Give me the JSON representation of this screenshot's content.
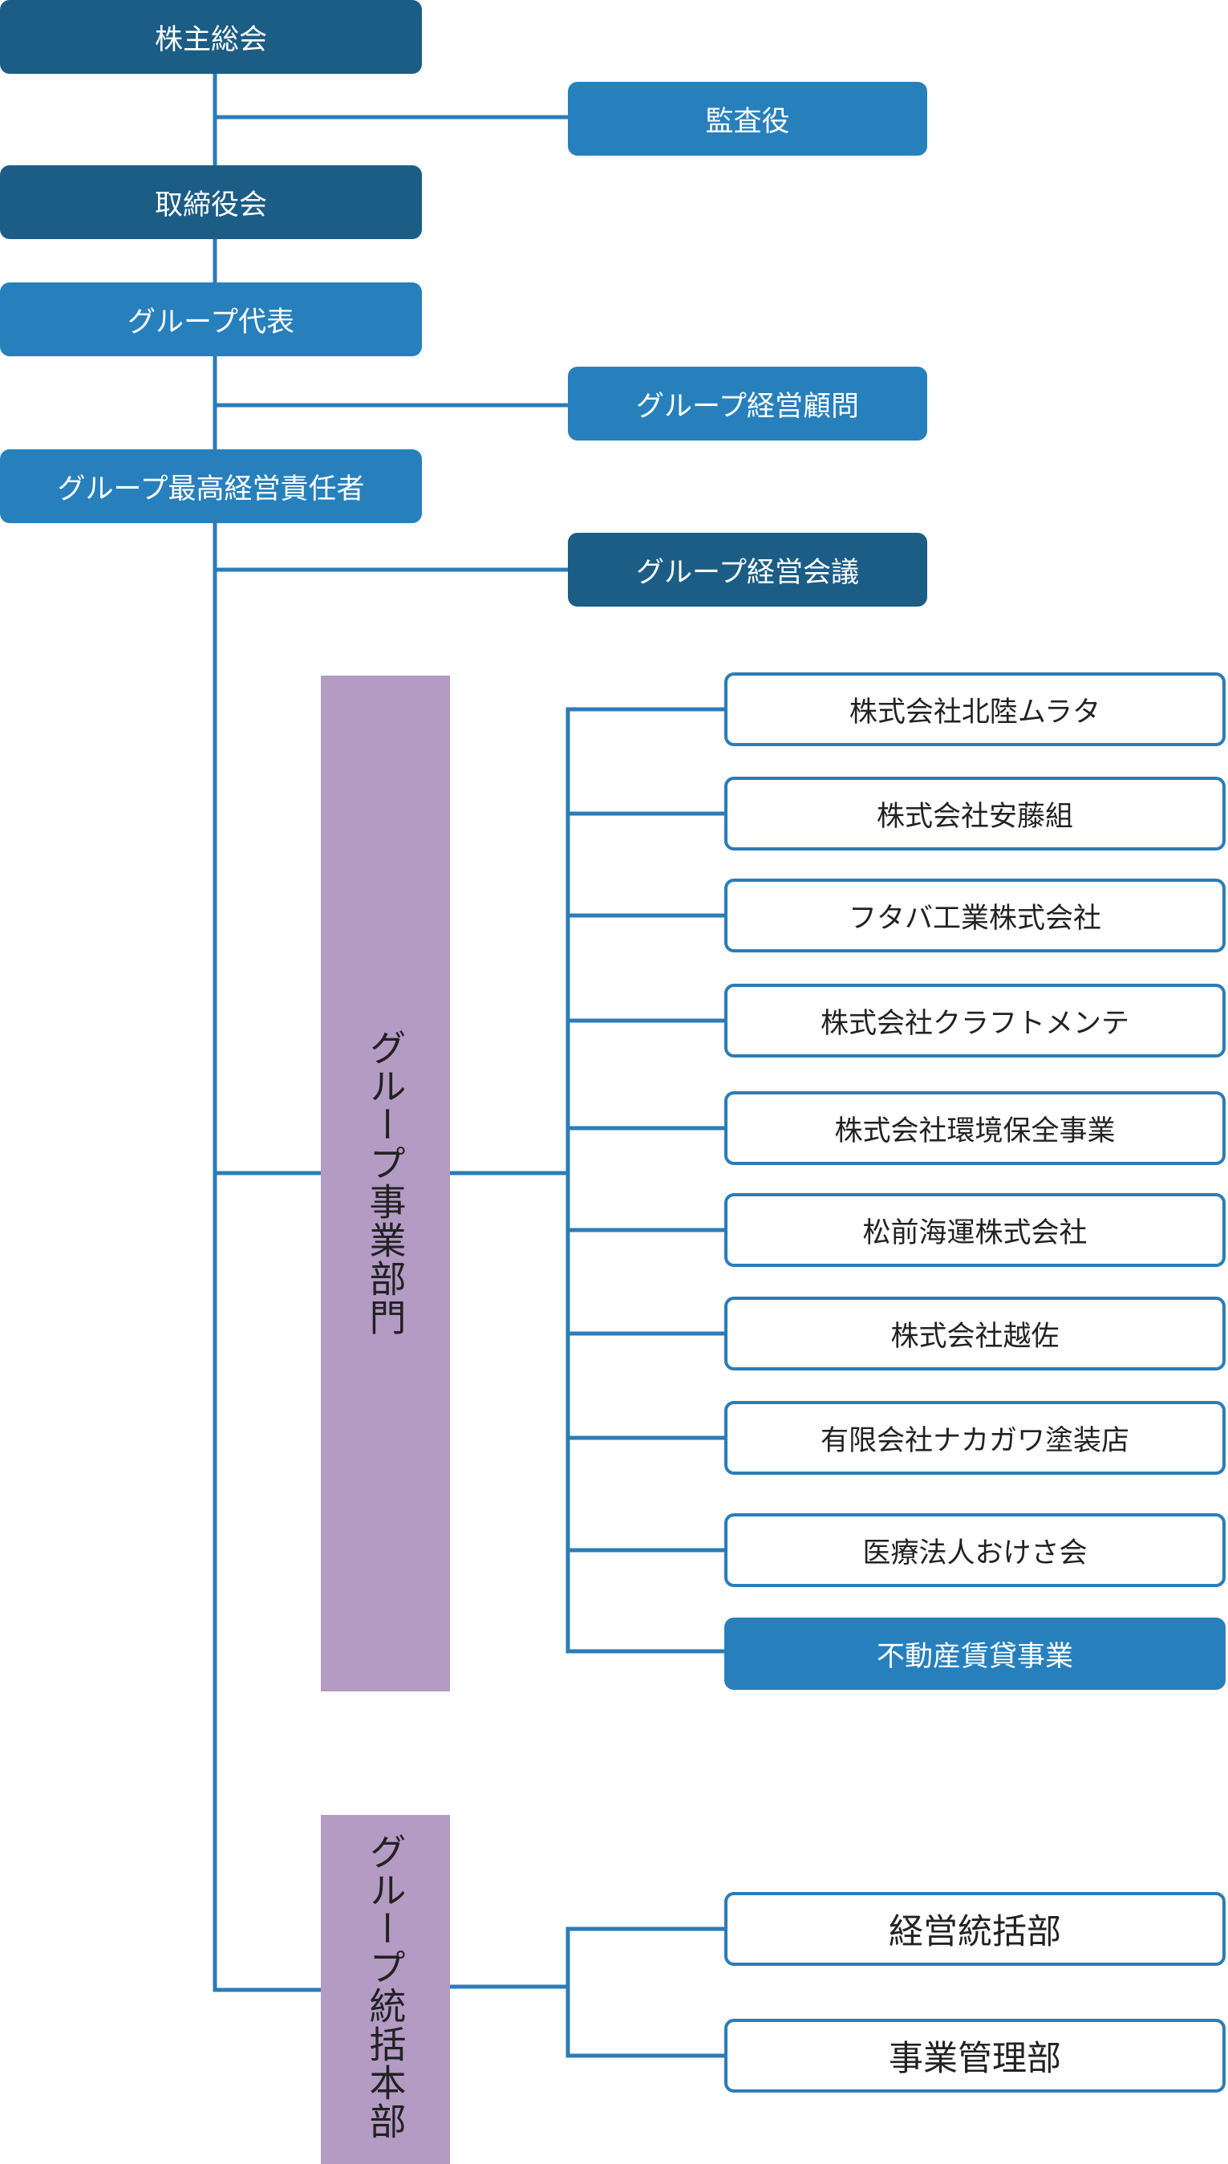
{
  "governance": {
    "shareholders": "株主総会",
    "auditor": "監査役",
    "board": "取締役会",
    "representative": "グループ代表",
    "advisor": "グループ経営顧問",
    "ceo": "グループ最高経営責任者",
    "management_council": "グループ経営会議"
  },
  "business_division": {
    "label": "グループ事業部門",
    "companies": [
      "株式会社北陸ムラタ",
      "株式会社安藤組",
      "フタバ工業株式会社",
      "株式会社クラフトメンテ",
      "株式会社環境保全事業",
      "松前海運株式会社",
      "株式会社越佐",
      "有限会社ナカガワ塗装店",
      "医療法人おけさ会",
      "不動産賃貸事業"
    ]
  },
  "headquarters": {
    "label": "グループ統括本部",
    "departments": [
      "経営統括部",
      "事業管理部"
    ]
  },
  "colors": {
    "dark_box": "#1c5d86",
    "mid_box": "#2780bc",
    "connector": "#2b7cb7",
    "division_band": "#b39bc4"
  }
}
